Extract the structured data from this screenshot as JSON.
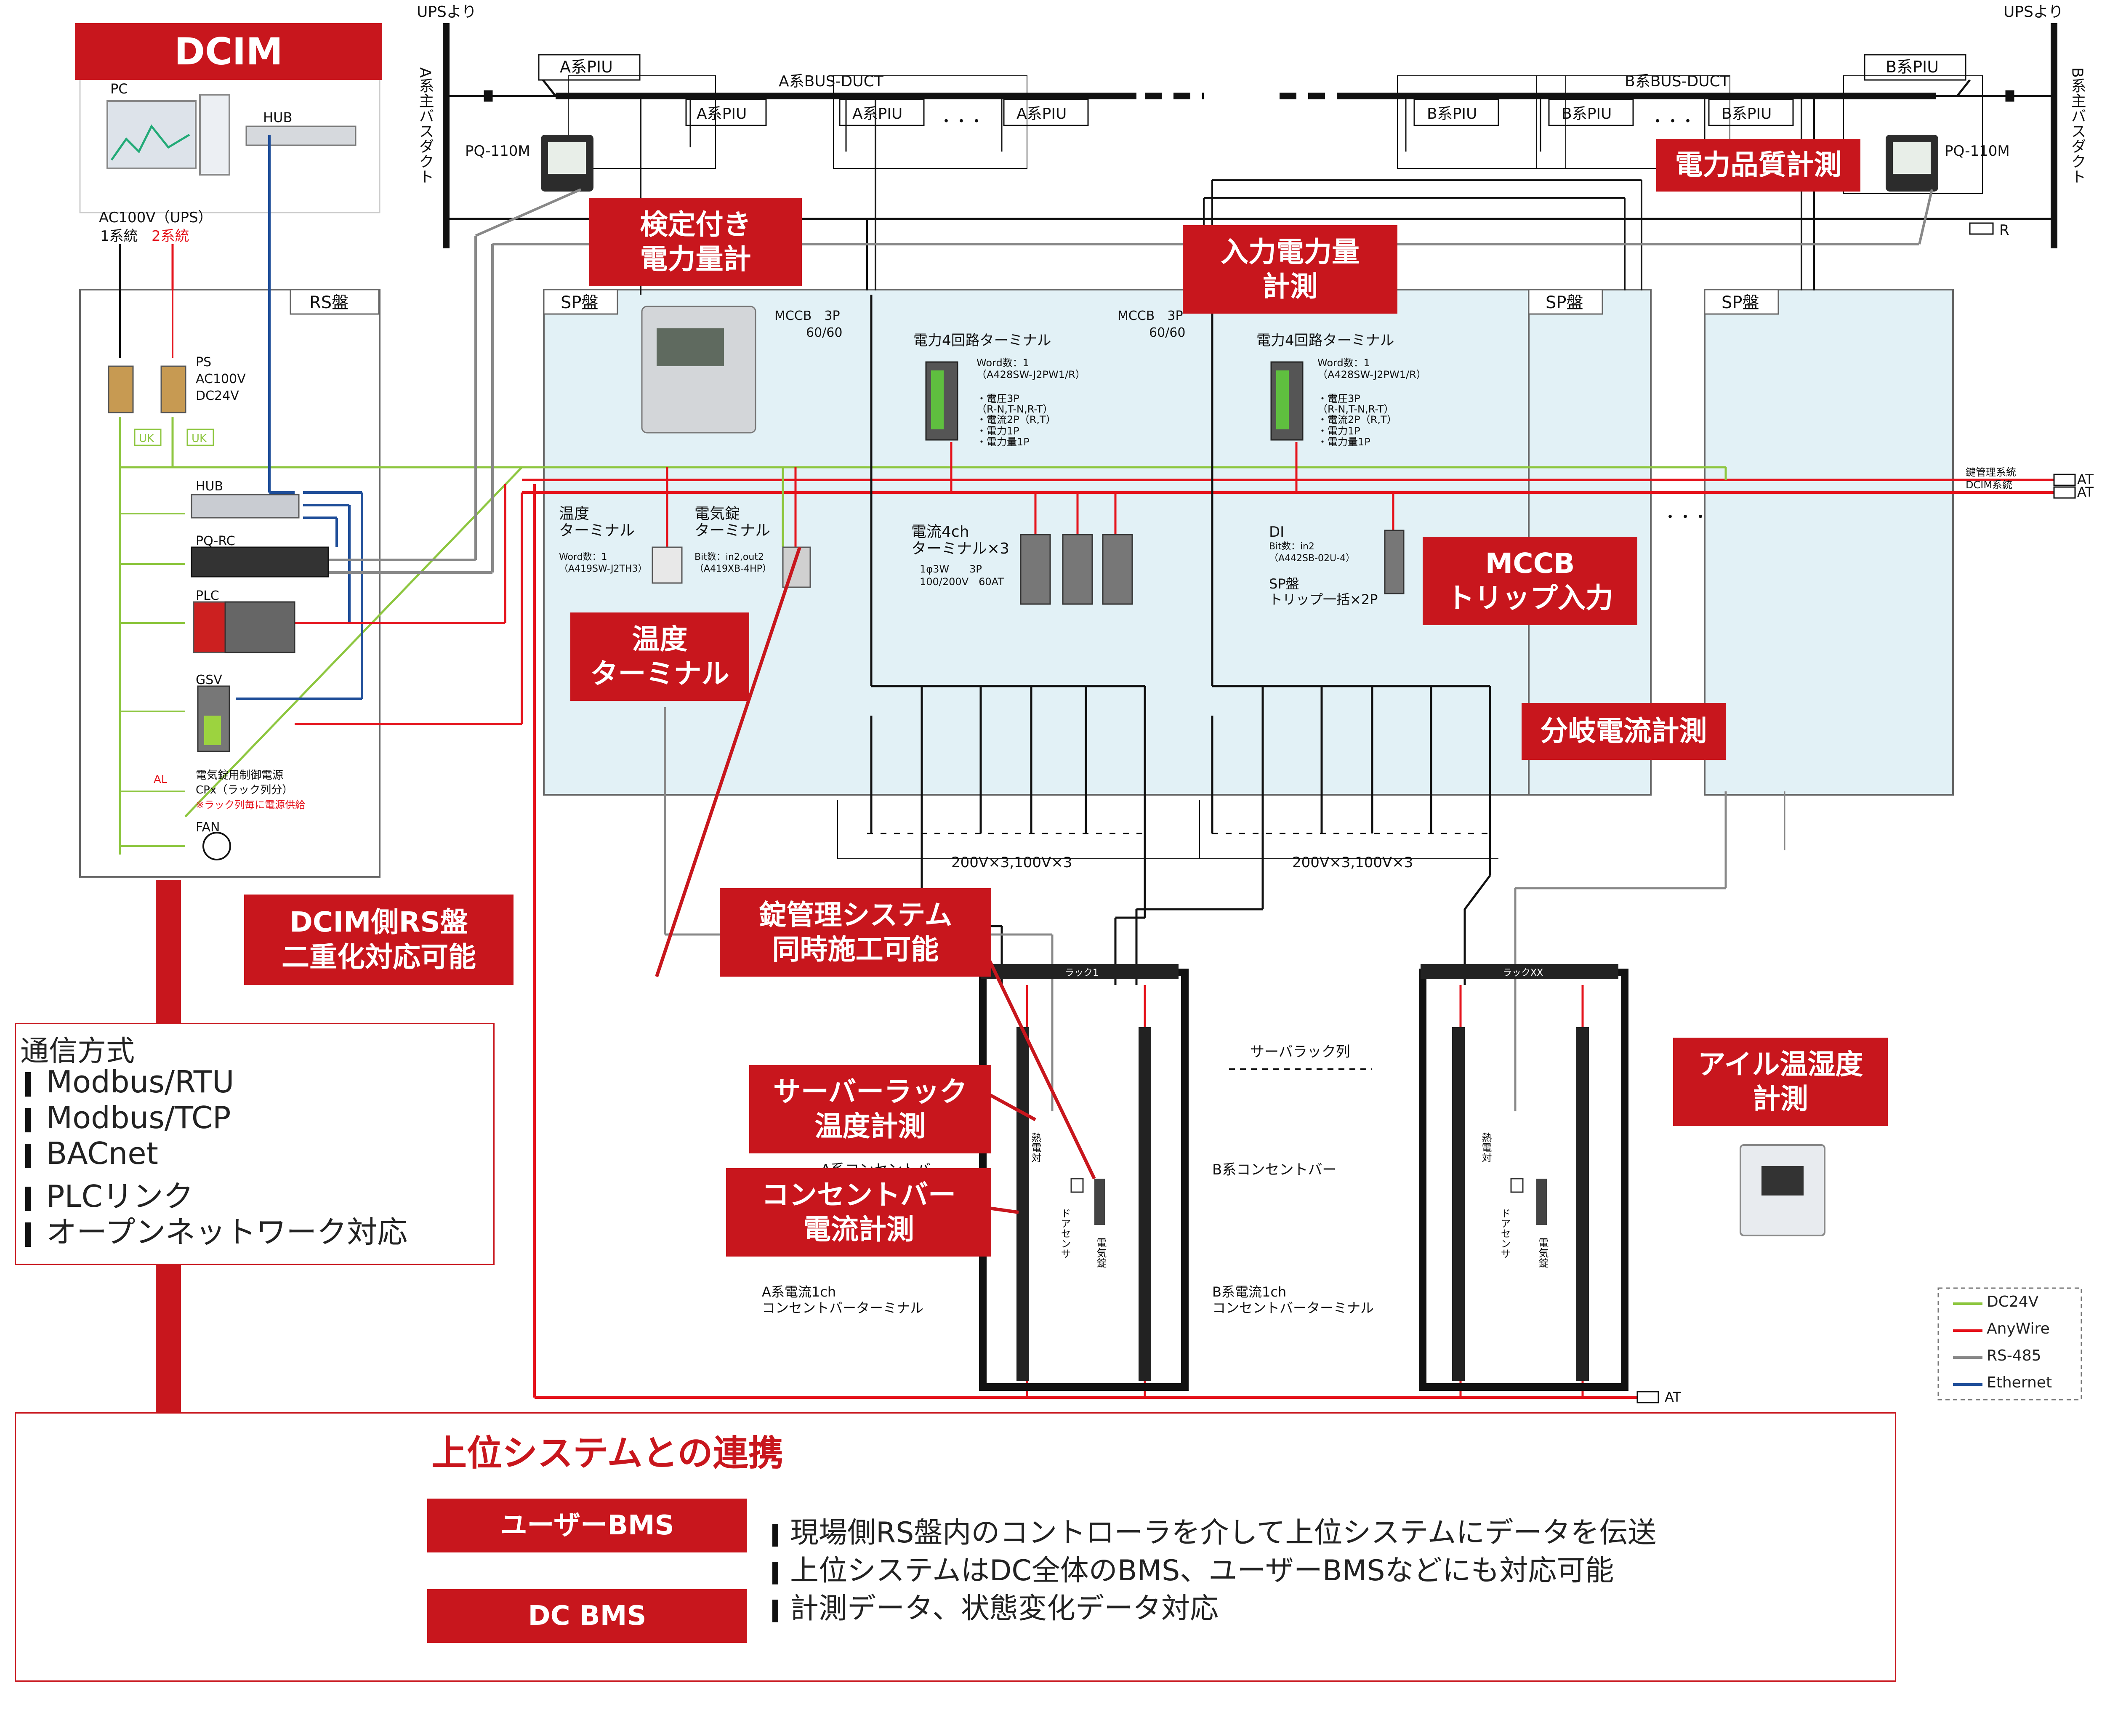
{
  "colors": {
    "red": "#c8161d",
    "dc24v": "#8dc63f",
    "anywire": "#e5121b",
    "rs485": "#888888",
    "ethernet": "#1f4e99",
    "sp_fill": "#e2f1f6"
  },
  "dcim": {
    "title": "DCIM",
    "pc": "PC",
    "hub": "HUB",
    "ac_label": "AC100V（UPS）",
    "sys1": "1系統",
    "sys2": "2系統"
  },
  "rs": {
    "panel": "RS盤",
    "ps": "PS",
    "ps_ac": "AC100V",
    "ps_dc": "DC24V",
    "uk": "UK",
    "hub": "HUB",
    "pqrc": "PQ-RC",
    "plc": "PLC",
    "gsv": "GSV",
    "al": "AL",
    "lock_power": "電気錠用制御電源",
    "cpx": "CPx（ラック列分）",
    "rack_note": "※ラック列毎に電源供給",
    "fan": "FAN"
  },
  "top": {
    "ups_left": "UPSより",
    "ups_right": "UPSより",
    "a_main": "A系主バスダクト",
    "b_main": "B系主バスダクト",
    "a_piu": "A系PIU",
    "b_piu": "B系PIU",
    "a_bus": "A系BUS-DUCT",
    "b_bus": "B系BUS-DUCT",
    "piu_a": "A系PIU",
    "piu_b": "B系PIU",
    "pq110m": "PQ-110M",
    "r": "R"
  },
  "sp": {
    "panel": "SP盤",
    "mccb": "MCCB　3P",
    "rating": "60/60",
    "term4": "電力4回路ターミナル",
    "word1": "Word数：1",
    "model1": "（A428SW-J2PW1/R）",
    "specs": [
      "・電圧3P",
      "（R-N,T-N,R-T）",
      "・電流2P（R,T）",
      "・電力1P",
      "・電力量1P"
    ],
    "temp_term": "温度",
    "temp_term2": "ターミナル",
    "temp_word": "Word数：1",
    "temp_model": "（A419SW-J2TH3）",
    "lock_term": "電気錠",
    "lock_term2": "ターミナル",
    "lock_bit": "Bit数：in2,out2",
    "lock_model": "（A419XB-4HP）",
    "cur4ch": "電流4ch",
    "cur4ch2": "ターミナル×3",
    "cur_spec1": "1φ3W　　3P",
    "cur_spec2": "100/200V　60AT",
    "di": "DI",
    "di_bit": "Bit数：in2",
    "di_model": "（A442SB-02U-4）",
    "trip": "SP盤",
    "trip2": "トリップ一括×2P",
    "branch_a": "200V×3,100V×3",
    "branch_b": "200V×3,100V×3",
    "key_sys": "鍵管理系統",
    "dcim_sys": "DCIM系統",
    "at": "AT",
    "dots": "・・・"
  },
  "rack": {
    "rack1": "ラック1",
    "rackxx": "ラックXX",
    "row": "サーバラック列",
    "a_bar": "A系コンセントバー",
    "b_bar": "B系コンセントバー",
    "thermo": "熱電対",
    "door": "ドアセンサ",
    "elock": "電気錠",
    "a_cur": "A系電流1ch",
    "a_cur2": "コンセントバーターミナル",
    "b_cur": "B系電流1ch",
    "b_cur2": "コンセントバーターミナル",
    "at": "AT"
  },
  "callouts": {
    "certified": [
      "検定付き",
      "電力量計"
    ],
    "input_power": [
      "入力電力量",
      "計測"
    ],
    "pq": [
      "電力品質計測"
    ],
    "mccb_trip": [
      "MCCB",
      "トリップ入力"
    ],
    "temp_terminal": [
      "温度",
      "ターミナル"
    ],
    "branch": [
      "分岐電流計測"
    ],
    "lock_sys": [
      "錠管理システム",
      "同時施工可能"
    ],
    "rack_temp": [
      "サーバーラック",
      "温度計測"
    ],
    "outlet_cur": [
      "コンセントバー",
      "電流計測"
    ],
    "aisle": [
      "アイル温湿度",
      "計測"
    ],
    "dcim_rs": [
      "DCIM側RS盤",
      "二重化対応可能"
    ]
  },
  "comm": {
    "title": "通信方式",
    "items": [
      "Modbus/RTU",
      "Modbus/TCP",
      "BACnet",
      "PLCリンク",
      "オープンネットワーク対応"
    ]
  },
  "legend": {
    "items": [
      {
        "name": "DC24V",
        "color": "#8dc63f"
      },
      {
        "name": "AnyWire",
        "color": "#e5121b"
      },
      {
        "name": "RS-485",
        "color": "#888888"
      },
      {
        "name": "Ethernet",
        "color": "#1f4e99"
      }
    ]
  },
  "integration": {
    "title": "上位システムとの連携",
    "user_bms": "ユーザーBMS",
    "dc_bms": "DC BMS",
    "items": [
      "現場側RS盤内のコントローラを介して上位システムにデータを伝送",
      "上位システムはDC全体のBMS、ユーザーBMSなどにも対応可能",
      "計測データ、状態変化データ対応"
    ]
  }
}
